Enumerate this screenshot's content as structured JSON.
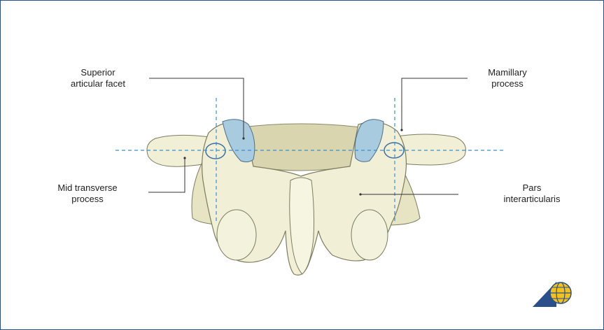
{
  "labels": {
    "superior_articular_facet": {
      "line1": "Superior",
      "line2": "articular facet"
    },
    "mamillary_process": {
      "line1": "Mamillary",
      "line2": "process"
    },
    "mid_transverse_process": {
      "line1": "Mid transverse",
      "line2": "process"
    },
    "pars_interarticularis": {
      "line1": "Pars",
      "line2": "interarticularis"
    }
  },
  "colors": {
    "border": "#2a4f8a",
    "bone_fill": "#f1f0d6",
    "bone_shade": "#d9d5ae",
    "facet_blue": "#a9cbe0",
    "guide_blue": "#3a8fd0",
    "leader_line": "#333333"
  },
  "logo": {
    "icon": "globe-triangle-logo"
  }
}
